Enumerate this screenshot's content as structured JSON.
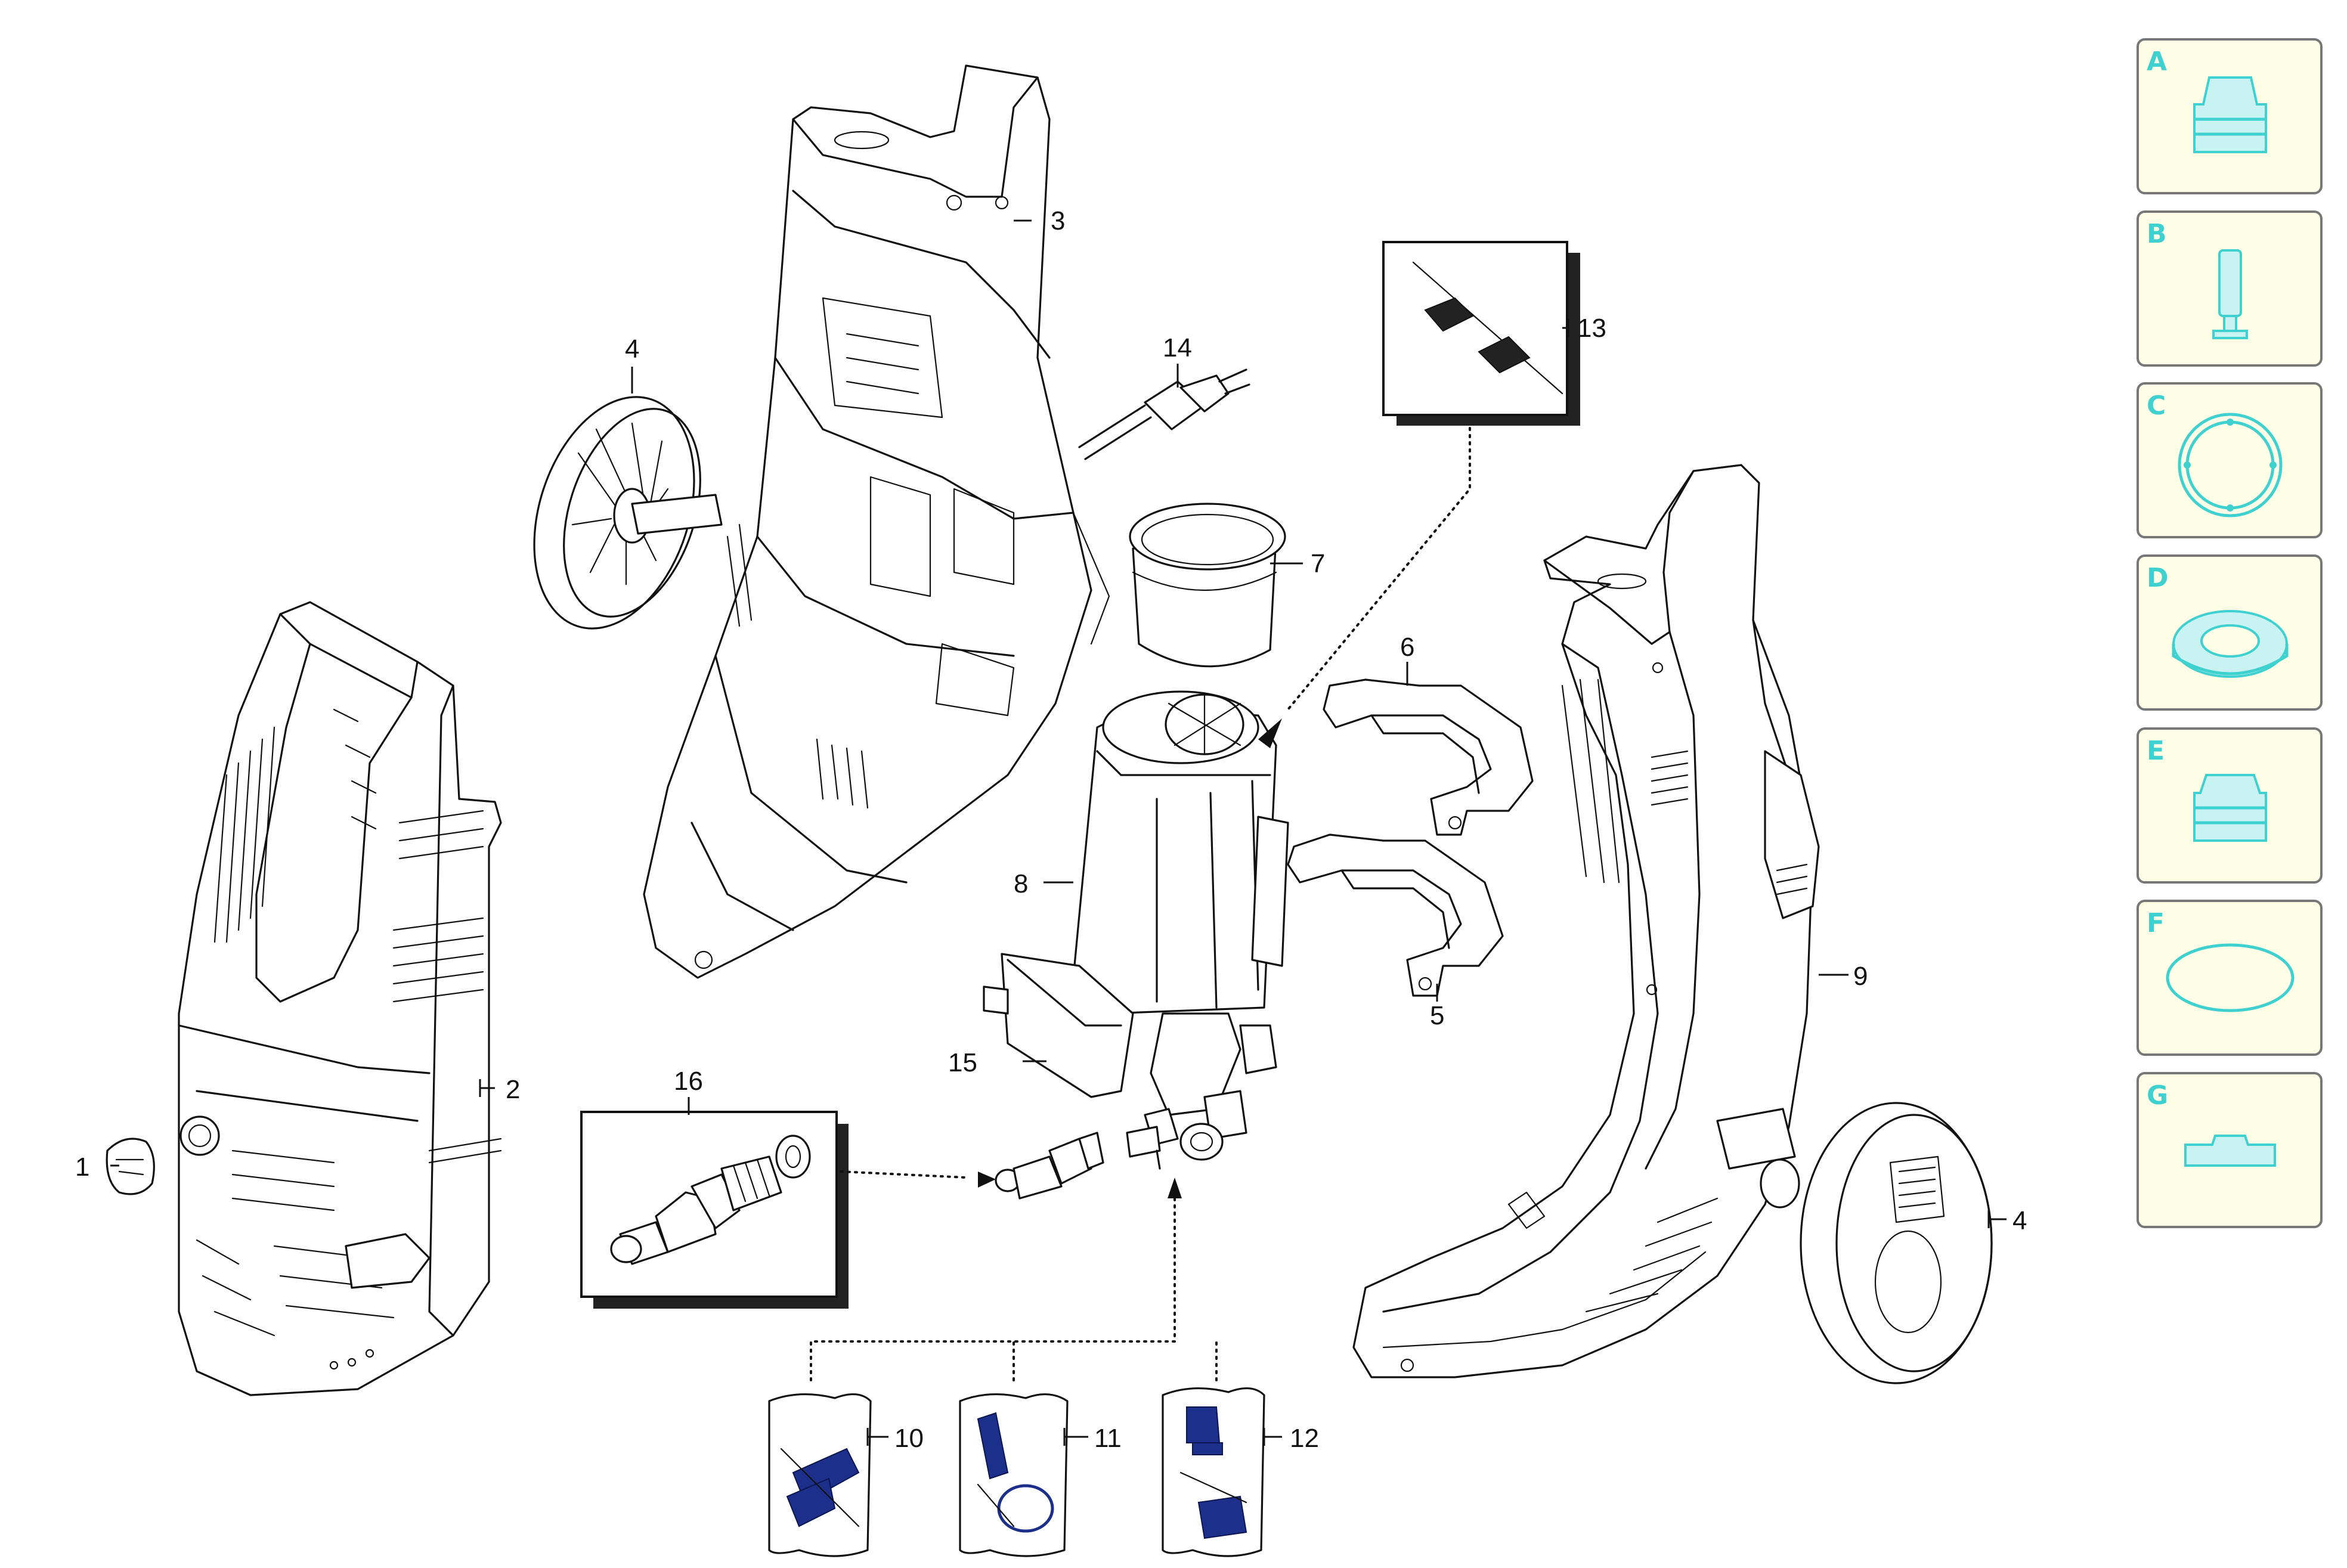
{
  "callouts": {
    "c1": "1",
    "c2": "2",
    "c3": "3",
    "c4a": "4",
    "c4b": "4",
    "c5": "5",
    "c6": "6",
    "c7": "7",
    "c8": "8",
    "c9": "9",
    "c10": "10",
    "c11": "11",
    "c12": "12",
    "c13": "13",
    "c14": "14",
    "c15": "15",
    "c16": "16"
  },
  "legend": {
    "items": [
      {
        "letter": "A",
        "icon": "fitting-icon"
      },
      {
        "letter": "B",
        "icon": "pin-icon"
      },
      {
        "letter": "C",
        "icon": "ring-icon"
      },
      {
        "letter": "D",
        "icon": "seal-icon"
      },
      {
        "letter": "E",
        "icon": "plug-icon"
      },
      {
        "letter": "F",
        "icon": "o-ring-icon"
      },
      {
        "letter": "G",
        "icon": "block-icon"
      }
    ]
  },
  "colors": {
    "line": "#111111",
    "legend_fill": "#fefde6",
    "legend_accent": "#3fd0d0",
    "kit_blue": "#1c2f8a"
  }
}
